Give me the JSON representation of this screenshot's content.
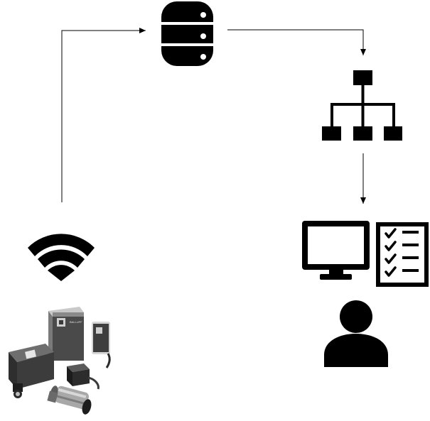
{
  "diagram": {
    "nodes": [
      {
        "id": "database",
        "icon": "database-icon"
      },
      {
        "id": "hierarchy",
        "icon": "hierarchy-icon"
      },
      {
        "id": "monitor",
        "icon": "monitor-icon"
      },
      {
        "id": "checklist",
        "icon": "checklist-icon"
      },
      {
        "id": "user",
        "icon": "user-icon"
      },
      {
        "id": "wifi",
        "icon": "wifi-icon"
      },
      {
        "id": "sensors",
        "icon": "industrial-sensors-image"
      }
    ],
    "edges": [
      {
        "from": "sensors",
        "to": "database"
      },
      {
        "from": "database",
        "to": "hierarchy"
      },
      {
        "from": "hierarchy",
        "to": "monitor"
      }
    ],
    "sensor_brand_text": "BALLUFF",
    "colors": {
      "icon": "#000000",
      "line": "#000000",
      "background": "#ffffff"
    }
  }
}
